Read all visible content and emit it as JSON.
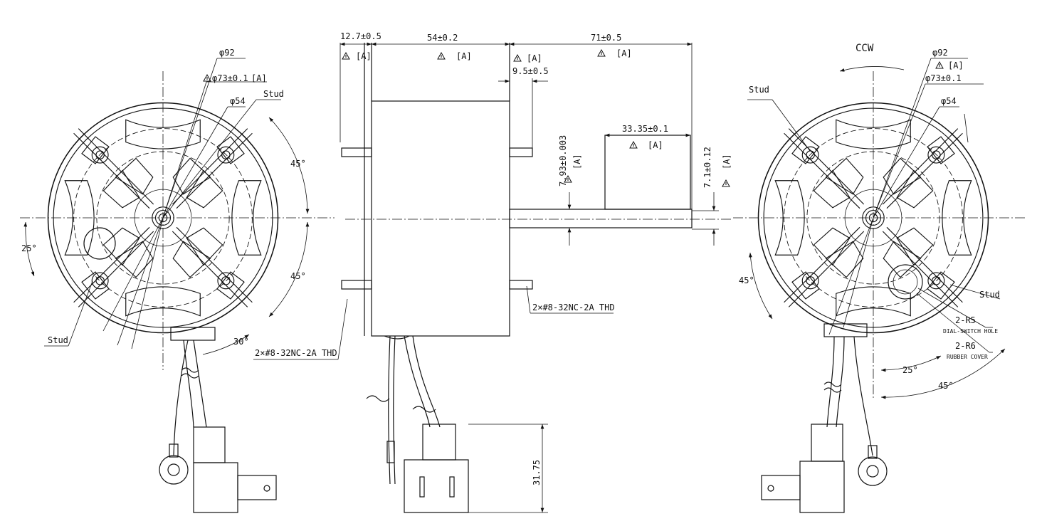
{
  "left_view": {
    "phi92": "φ92",
    "phi73": "φ73±0.1",
    "phi73_ref": "[A]",
    "phi54": "φ54",
    "stud_top": "Stud",
    "stud_bottom": "Stud",
    "angle_45_upper": "45°",
    "angle_45_lower": "45°",
    "angle_25": "25°",
    "angle_30": "30°"
  },
  "side_view": {
    "dim_12_7": "12.7±0.5",
    "dim_54": "54±0.2",
    "dim_71": "71±0.5",
    "dim_9_5": "9.5±0.5",
    "dim_33_35": "33.35±0.1",
    "dim_7_93": "7.93±0.003",
    "dim_7_1": "7.1±0.12",
    "dim_31_75": "31.75",
    "thread_left": "2×#8-32NC-2A THD",
    "thread_right": "2×#8-32NC-2A THD",
    "ref_a": "[A]"
  },
  "right_view": {
    "direction": "CCW",
    "phi92": "φ92",
    "phi73": "φ73±0.1",
    "phi54": "φ54",
    "ref_a": "[A]",
    "stud_top": "Stud",
    "stud_bottom": "Stud",
    "r5": "2-R5",
    "r5_note": "DIAL-SWITCH HOLE",
    "r6": "2-R6",
    "r6_note": "RUBBER COVER",
    "angle_45_left": "45°",
    "angle_25": "25°",
    "angle_45_bottom": "45°"
  }
}
